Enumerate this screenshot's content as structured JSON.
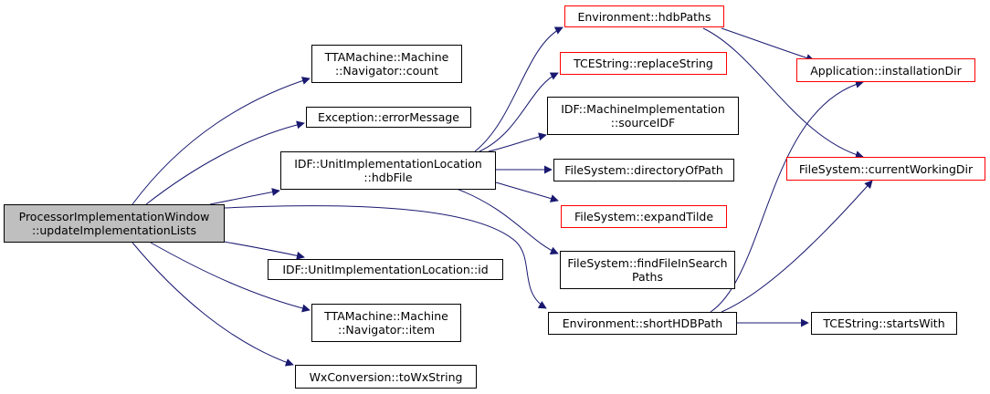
{
  "colors": {
    "edge": "#191970",
    "node_border": "#000000",
    "truncated_border": "#ff0000",
    "root_fill": "#bfbfbf"
  },
  "nodes": {
    "root": {
      "lines": [
        "ProcessorImplementationWindow",
        "::updateImplementationLists"
      ]
    },
    "navCount": {
      "lines": [
        "TTAMachine::Machine",
        "::Navigator::count"
      ]
    },
    "errorMessage": {
      "lines": [
        "Exception::errorMessage"
      ]
    },
    "hdbFile": {
      "lines": [
        "IDF::UnitImplementationLocation",
        "::hdbFile"
      ]
    },
    "uilId": {
      "lines": [
        "IDF::UnitImplementationLocation::id"
      ]
    },
    "navItem": {
      "lines": [
        "TTAMachine::Machine",
        "::Navigator::item"
      ]
    },
    "toWxString": {
      "lines": [
        "WxConversion::toWxString"
      ]
    },
    "hdbPaths": {
      "lines": [
        "Environment::hdbPaths"
      ]
    },
    "replaceString": {
      "lines": [
        "TCEString::replaceString"
      ]
    },
    "sourceIDF": {
      "lines": [
        "IDF::MachineImplementation",
        "::sourceIDF"
      ]
    },
    "directoryOfPath": {
      "lines": [
        "FileSystem::directoryOfPath"
      ]
    },
    "expandTilde": {
      "lines": [
        "FileSystem::expandTilde"
      ]
    },
    "findFile": {
      "lines": [
        "FileSystem::findFileInSearch",
        "Paths"
      ]
    },
    "shortHDBPath": {
      "lines": [
        "Environment::shortHDBPath"
      ]
    },
    "installationDir": {
      "lines": [
        "Application::installationDir"
      ]
    },
    "cwd": {
      "lines": [
        "FileSystem::currentWorkingDir"
      ]
    },
    "startsWith": {
      "lines": [
        "TCEString::startsWith"
      ]
    }
  }
}
